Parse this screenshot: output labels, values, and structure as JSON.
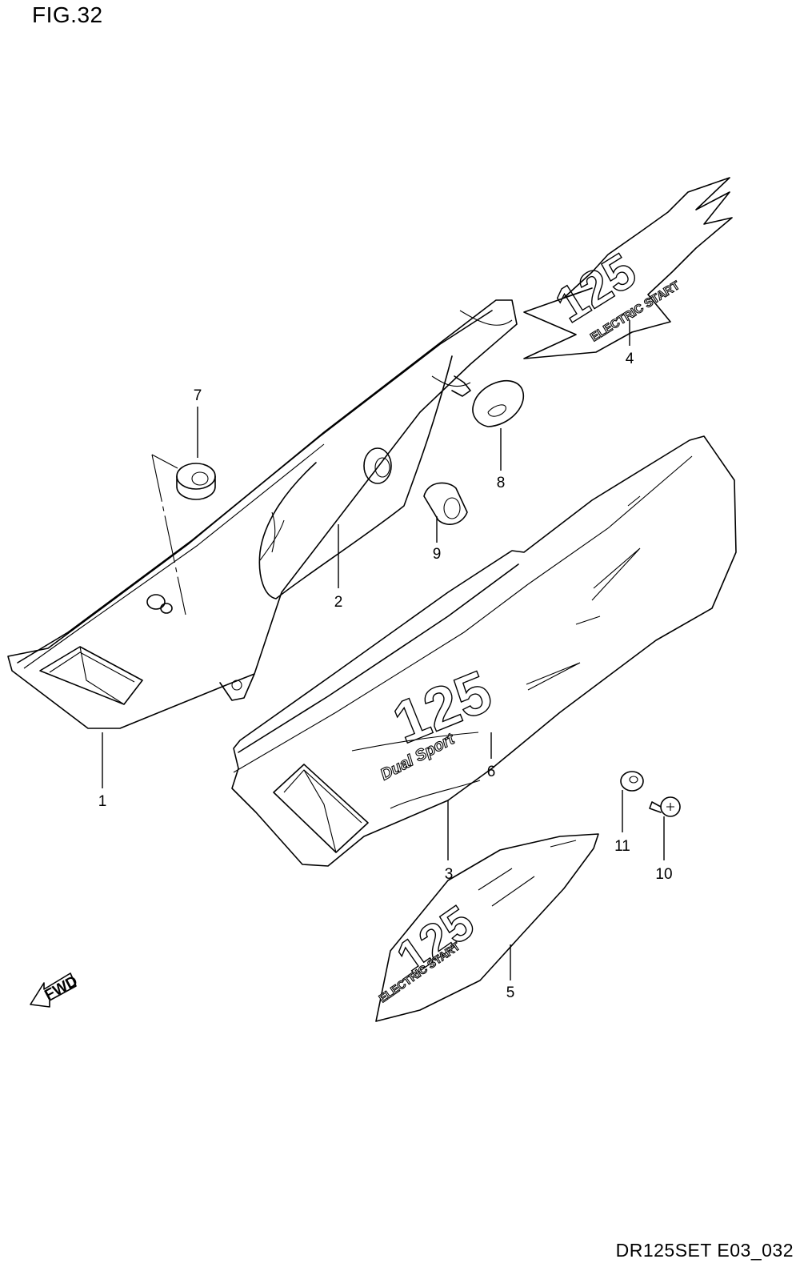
{
  "figure": {
    "title": "FIG.32",
    "code": "DR125SET E03_032"
  },
  "fwd_label": "FWD",
  "callouts": [
    "1",
    "2",
    "3",
    "4",
    "5",
    "6",
    "7",
    "8",
    "9",
    "10",
    "11"
  ],
  "decals": {
    "model_number": "125",
    "electric_start": "ELECTRIC START",
    "dual_sport": "Dual Sport"
  }
}
